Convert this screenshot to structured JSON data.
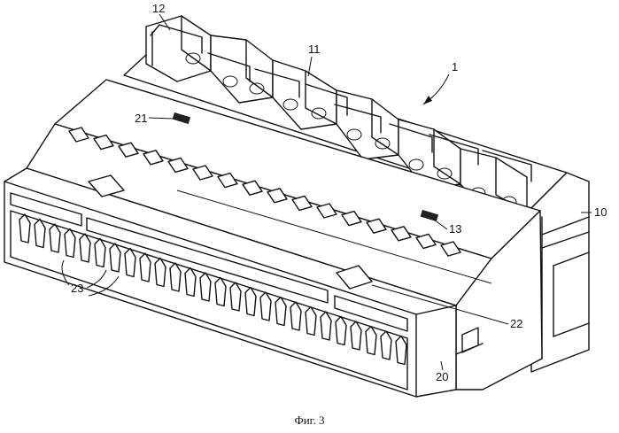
{
  "figure": {
    "caption": "Фиг. 3",
    "labels": {
      "assembly": "1",
      "housing": "10",
      "clip": "11",
      "end_clip": "12",
      "tab_right": "13",
      "cover": "20",
      "tab_left": "21",
      "window": "22",
      "contacts": "23"
    }
  }
}
